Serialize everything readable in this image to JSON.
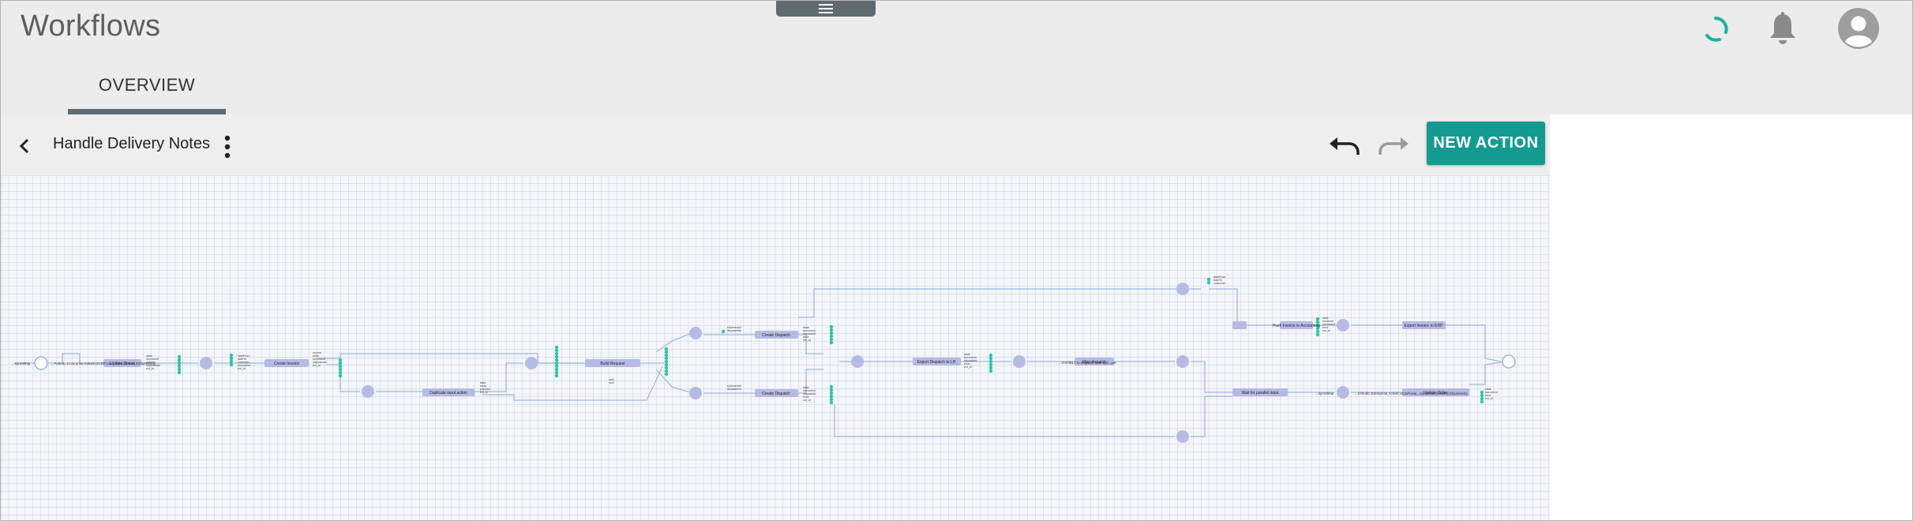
{
  "app": {
    "title": "Workflows"
  },
  "header": {
    "icons": [
      "menu-icon",
      "loading-spinner-icon",
      "bell-icon",
      "user-avatar-icon"
    ]
  },
  "tabs": [
    {
      "label": "OVERVIEW",
      "active": true
    }
  ],
  "toolbar": {
    "workflow_title": "Handle Delivery Notes",
    "new_action_label": "NEW ACTION",
    "icons": [
      "chevron-left-icon",
      "more-vert-icon",
      "undo-icon",
      "redo-icon"
    ]
  },
  "colors": {
    "accent": "#139b92",
    "node_fill": "#b5bbe4",
    "edge": "#9fb0de",
    "port_green": "#2ec4a6",
    "tab_indicator": "#5f6b70"
  },
  "workflow": {
    "start_label": "...syncWhip",
    "end_label": "...rchIndic.Enterprise.Activiti.UCSProdu...SyncDate(Orders)(Shipments)",
    "edge_labels": [
      "...Actindo.Enterprise.Activiti.UCSProdu...Sync(Orders)(Shipments)",
      "...syncWhip",
      "...rmOfBLT to dispatch note spli...yer"
    ],
    "nodes": [
      {
        "label": "Update Status"
      },
      {
        "label": "Create Invoice"
      },
      {
        "label": "Duplicate input action"
      },
      {
        "label": "Build Request"
      },
      {
        "label": "Create Dispatch"
      },
      {
        "label": "Create Dispatch"
      },
      {
        "label": "Export Dispatch to LH"
      },
      {
        "label": "Map dispatch"
      },
      {
        "label": "Wait for parallel input"
      },
      {
        "label": "Push Invoice to Accounting"
      },
      {
        "label": "Export Invoice to ERP"
      },
      {
        "label": "Update Order"
      }
    ]
  }
}
